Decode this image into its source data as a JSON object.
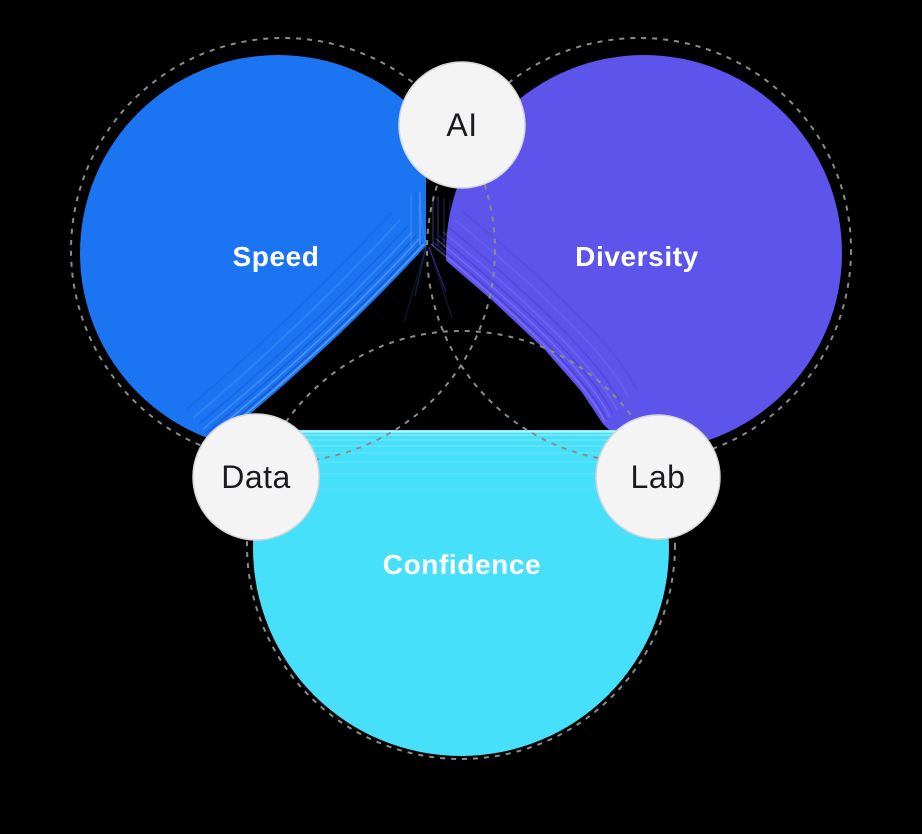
{
  "diagram": {
    "background_color": "#000000",
    "regions": [
      {
        "id": "speed",
        "label": "Speed",
        "color": "#1B75F2"
      },
      {
        "id": "diversity",
        "label": "Diversity",
        "color": "#5D54EB"
      },
      {
        "id": "confidence",
        "label": "Confidence",
        "color": "#46E0FA"
      }
    ],
    "nodes": [
      {
        "id": "ai",
        "label": "AI"
      },
      {
        "id": "data",
        "label": "Data"
      },
      {
        "id": "lab",
        "label": "Lab"
      }
    ],
    "node_fill": "#F4F4F5",
    "node_border": "#D6D6D8",
    "node_text_color": "#1A1B1E",
    "label_text_color": "#FFFFFF",
    "dash_color": "#8B8B8B"
  }
}
